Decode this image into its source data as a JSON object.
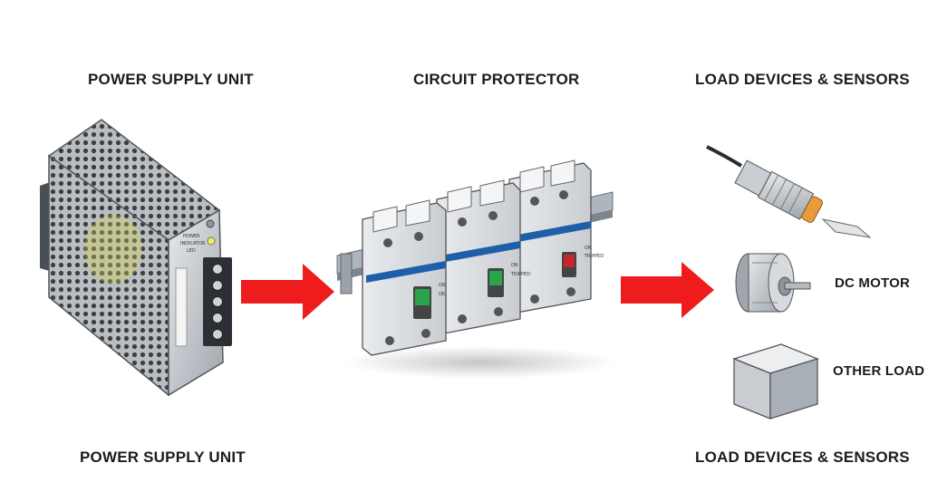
{
  "headings": {
    "psu_top": "POWER SUPPLY UNIT",
    "protector_top": "CIRCUIT PROTECTOR",
    "loads_top": "LOAD DEVICES & SENSORS",
    "psu_bottom": "POWER SUPPLY UNIT",
    "loads_bottom": "LOAD DEVICES & SENSORS"
  },
  "psu": {
    "indicator_label_1": "POWER",
    "indicator_label_2": "INDICATOR",
    "indicator_label_3": "LED"
  },
  "breakers": [
    {
      "status_1": "ON",
      "status_2": "OK",
      "handle_color": "#2aa34a"
    },
    {
      "status_1": "ON",
      "status_2": "TRIPPED",
      "handle_color": "#2aa34a"
    },
    {
      "status_1": "ON",
      "status_2": "TRIPPED",
      "handle_color": "#c8242b"
    }
  ],
  "loads": {
    "motor_label": "DC MOTOR",
    "other_label": "OTHER LOAD"
  },
  "colors": {
    "arrow": "#ee1c1c",
    "sensor_tip": "#e89b3c",
    "din_rail": "#9aa2aa"
  }
}
